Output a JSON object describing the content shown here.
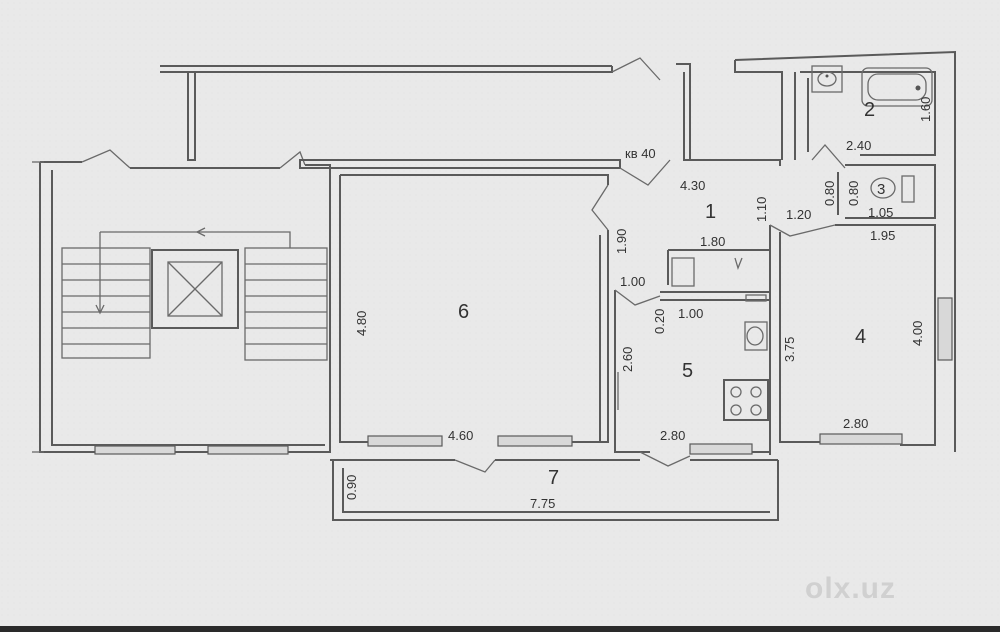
{
  "plan": {
    "apartment_label": "кв 40",
    "rooms": [
      {
        "key": "r1",
        "label": "1"
      },
      {
        "key": "r2",
        "label": "2"
      },
      {
        "key": "r3",
        "label": "3"
      },
      {
        "key": "r4",
        "label": "4"
      },
      {
        "key": "r5",
        "label": "5"
      },
      {
        "key": "r6",
        "label": "6"
      },
      {
        "key": "r7",
        "label": "7"
      }
    ],
    "dimensions": [
      {
        "key": "d_430",
        "text": "4.30"
      },
      {
        "key": "d_110",
        "text": "1.10"
      },
      {
        "key": "d_190",
        "text": "1.90"
      },
      {
        "key": "d_180",
        "text": "1.80"
      },
      {
        "key": "d_240",
        "text": "2.40"
      },
      {
        "key": "d_160",
        "text": "1.60"
      },
      {
        "key": "d_080a",
        "text": "0.80"
      },
      {
        "key": "d_080b",
        "text": "0.80"
      },
      {
        "key": "d_105",
        "text": "1.05"
      },
      {
        "key": "d_120",
        "text": "1.20"
      },
      {
        "key": "d_195",
        "text": "1.95"
      },
      {
        "key": "d_100a",
        "text": "1.00"
      },
      {
        "key": "d_100b",
        "text": "1.00"
      },
      {
        "key": "d_020",
        "text": "0.20"
      },
      {
        "key": "d_375",
        "text": "3.75"
      },
      {
        "key": "d_400",
        "text": "4.00"
      },
      {
        "key": "d_260",
        "text": "2.60"
      },
      {
        "key": "d_480",
        "text": "4.80"
      },
      {
        "key": "d_460",
        "text": "4.60"
      },
      {
        "key": "d_280a",
        "text": "2.80"
      },
      {
        "key": "d_280b",
        "text": "2.80"
      },
      {
        "key": "d_090",
        "text": "0.90"
      },
      {
        "key": "d_775",
        "text": "7.75"
      }
    ]
  },
  "watermark": {
    "text": "olx.uz"
  }
}
